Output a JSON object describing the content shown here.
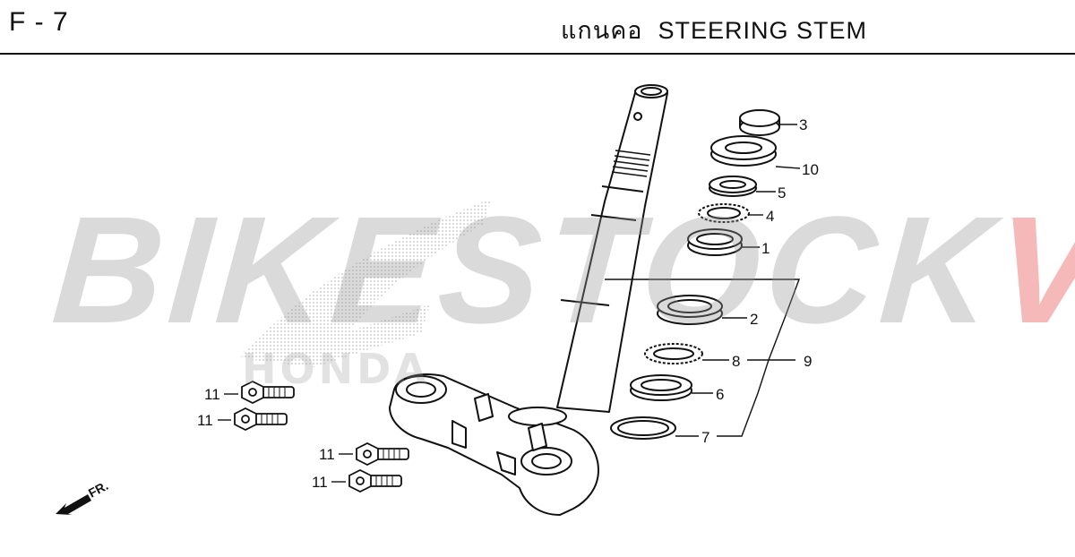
{
  "header": {
    "page_code": "F - 7",
    "title": "แกนคอ  STEERING STEM"
  },
  "watermark": {
    "main_text": "BIKESTOCK",
    "accent_text": "VN",
    "accent_color": "#e64646",
    "brand_text": "HONDA"
  },
  "direction_label": "FR.",
  "callouts": [
    {
      "number": "3"
    },
    {
      "number": "10"
    },
    {
      "number": "5"
    },
    {
      "number": "4"
    },
    {
      "number": "1"
    },
    {
      "number": "2"
    },
    {
      "number": "8"
    },
    {
      "number": "9"
    },
    {
      "number": "6"
    },
    {
      "number": "7"
    },
    {
      "number": "11"
    },
    {
      "number": "11"
    },
    {
      "number": "11"
    },
    {
      "number": "11"
    }
  ]
}
